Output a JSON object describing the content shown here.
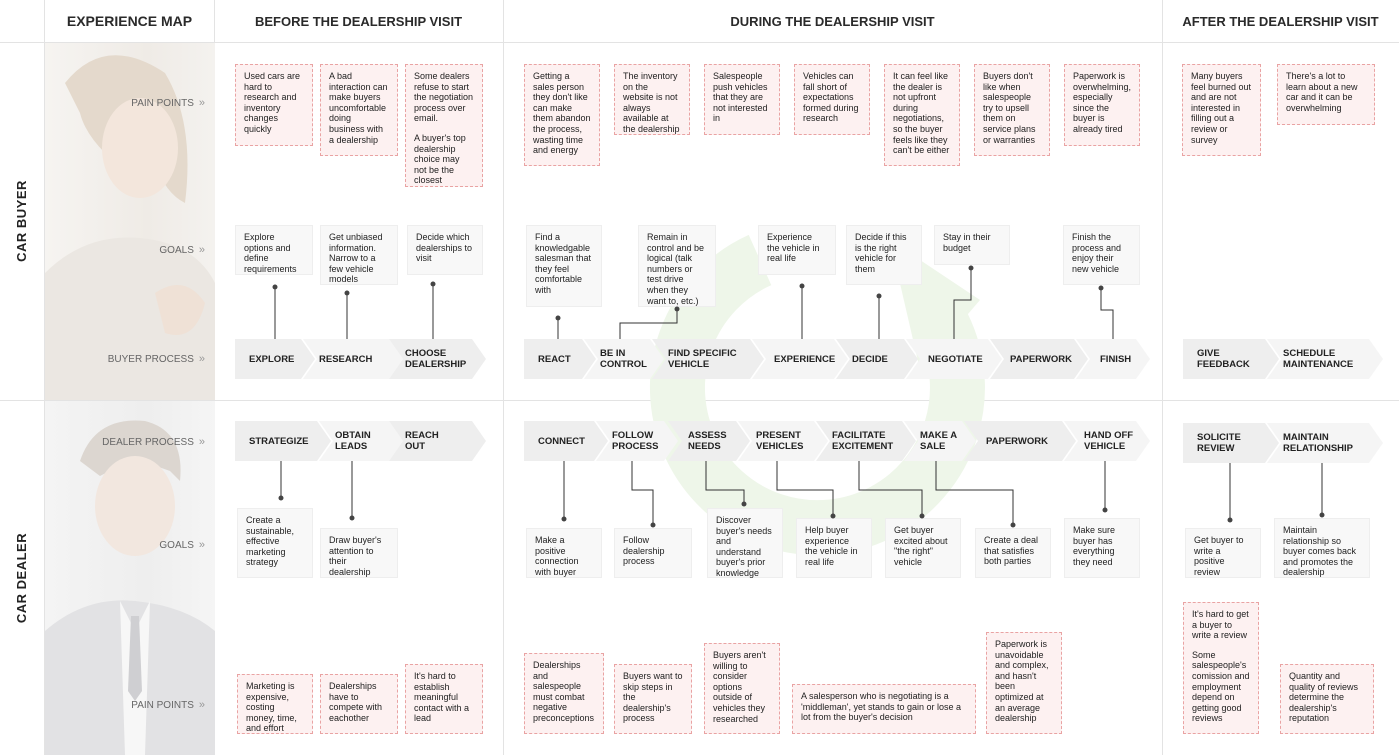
{
  "title": "EXPERIENCE MAP",
  "phases": {
    "before": "BEFORE THE DEALERSHIP VISIT",
    "during": "DURING THE DEALERSHIP VISIT",
    "after": "AFTER THE DEALERSHIP VISIT"
  },
  "rows": {
    "buyer": "CAR BUYER",
    "dealer": "CAR DEALER"
  },
  "labels": {
    "pain_points": "PAIN POINTS",
    "goals": "GOALS",
    "buyer_process": "BUYER PROCESS",
    "dealer_process": "DEALER PROCESS",
    "chevron": "»"
  },
  "buyer": {
    "pain_before": [
      "Used cars are hard to research and inventory changes quickly",
      "A bad interaction can make buyers uncomfortable doing business with a dealership",
      "Some dealers refuse to start the negotiation process over email.",
      "A buyer's top dealership choice may not be the closest"
    ],
    "pain_during": [
      "Getting a sales person they don't like can make them abandon the process, wasting time and energy",
      "The inventory on the website is not always available at the dealership",
      "Salespeople push vehicles that they are not interested in",
      "Vehicles can fall short of expectations formed during research",
      "It can feel like the dealer is not upfront during negotiations, so the buyer feels like they can't be either",
      "Buyers don't like when salespeople try to upsell them on service plans or warranties",
      "Paperwork is overwhelming, especially since the buyer is already tired"
    ],
    "pain_after": [
      "Many buyers feel burned out and are not interested in filling out a review or survey",
      "There's a lot to learn about a new car and it can be overwhelming"
    ],
    "goals_before": [
      "Explore options and define requirements",
      "Get unbiased information. Narrow to a few vehicle models",
      "Decide which dealerships to visit"
    ],
    "goals_during": [
      "Find a knowledgable salesman that they feel comfortable with",
      "Remain in control and be logical (talk numbers or test drive when they want to, etc.)",
      "Experience the vehicle in real life",
      "Decide if this is the right vehicle for them",
      "Stay in their budget",
      "Finish the process and enjoy their new vehicle"
    ],
    "process_before": [
      "EXPLORE",
      "RESEARCH",
      "CHOOSE DEALERSHIP"
    ],
    "process_during": [
      "REACT",
      "BE IN CONTROL",
      "FIND SPECIFIC VEHICLE",
      "EXPERIENCE",
      "DECIDE",
      "NEGOTIATE",
      "PAPERWORK",
      "FINISH"
    ],
    "process_after": [
      "GIVE FEEDBACK",
      "SCHEDULE MAINTENANCE"
    ]
  },
  "dealer": {
    "process_before": [
      "STRATEGIZE",
      "OBTAIN LEADS",
      "REACH OUT"
    ],
    "process_during": [
      "CONNECT",
      "FOLLOW PROCESS",
      "ASSESS NEEDS",
      "PRESENT VEHICLES",
      "FACILITATE EXCITEMENT",
      "MAKE A SALE",
      "PAPERWORK",
      "HAND OFF VEHICLE"
    ],
    "process_after": [
      "SOLICITE REVIEW",
      "MAINTAIN RELATIONSHIP"
    ],
    "goals_before": [
      "Create a sustainable, effective marketing strategy",
      "Draw buyer's attention to their dealership"
    ],
    "goals_during": [
      "Make a positive connection with buyer",
      "Follow dealership process",
      "Discover buyer's needs and understand buyer's prior knowledge",
      "Help buyer experience the vehicle in real life",
      "Get buyer excited about \"the right\" vehicle",
      "Create a deal that satisfies both parties",
      "Make sure buyer has everything they need"
    ],
    "goals_after": [
      "Get buyer to write a positive review",
      "Maintain relationship so buyer comes back and promotes the dealership"
    ],
    "pain_before": [
      "Marketing is expensive, costing money, time, and effort",
      "Dealerships have to compete with eachother",
      "It's hard to establish meaningful contact with a lead"
    ],
    "pain_during": [
      "Dealerships and salespeople must combat negative preconceptions",
      "Buyers want to skip steps in the dealership's process",
      "Buyers aren't willing to consider options outside of vehicles they researched",
      "A salesperson who is negotiating is a 'middleman', yet stands to gain or lose a lot from the buyer's decision",
      "Paperwork is unavoidable and complex, and hasn't been optimized at an average dealership"
    ],
    "pain_after": [
      "It's hard to get a buyer to write a review",
      "Some salespeople's comission and employment depend on getting good reviews",
      "Quantity and quality of reviews determine the dealership's reputation"
    ]
  },
  "colors": {
    "pain_bg": "#fdf1f1",
    "pain_border": "#e9a3a3",
    "goal_bg": "#f8f8f8",
    "arrow_watermark": "#eaf4e4"
  }
}
